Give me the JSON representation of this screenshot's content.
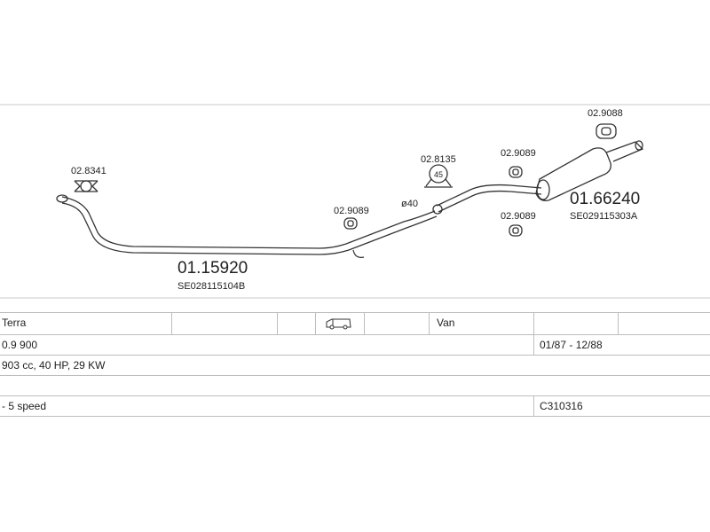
{
  "diagram": {
    "part_labels": {
      "clamp_front": "02.8341",
      "clamp_mid": "02.8135",
      "hanger_a": "02.9089",
      "hanger_b": "02.9089",
      "hanger_c": "02.9089",
      "hanger_rear": "02.9088",
      "clamp_mid_diameter": "45",
      "pipe_diameter": "ø40"
    },
    "front_pipe": {
      "part_no": "01.15920",
      "ref_no": "SE028115104B"
    },
    "rear_silencer": {
      "part_no": "01.66240",
      "ref_no": "SE029115303A"
    }
  },
  "table": {
    "model": "Terra",
    "body_type": "Van",
    "engine": "0.9 900",
    "years": "01/87 - 12/88",
    "engine_spec": "903 cc, 40 HP, 29 KW",
    "gearbox": "- 5 speed",
    "catalog_no": "C310316"
  },
  "icons": {
    "body_type": "van-icon"
  }
}
